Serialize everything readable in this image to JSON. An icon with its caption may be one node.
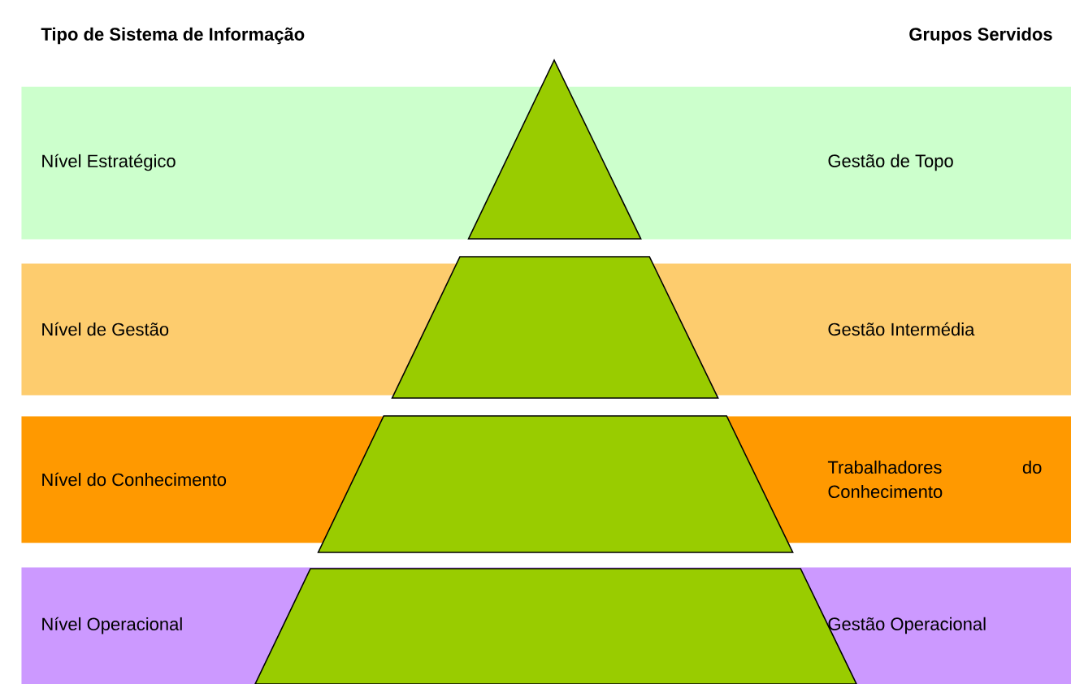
{
  "diagram": {
    "nodes": [
      {
        "text": [
          "Nível Estratégico",
          "Gestão de Topo"
        ]
      },
      {
        "text": [
          "Nível de Gestão",
          "Gestão Intermédia"
        ]
      },
      {
        "text": [
          "Nível do Conhecimento",
          "Trabalhadores do Conhecimento"
        ]
      },
      {
        "text": [
          "Nível Operacional",
          "Gestão Operacional"
        ]
      }
    ],
    "labels": [
      "Tipo de Sistema de Informação",
      "Grupos Servidos"
    ]
  }
}
